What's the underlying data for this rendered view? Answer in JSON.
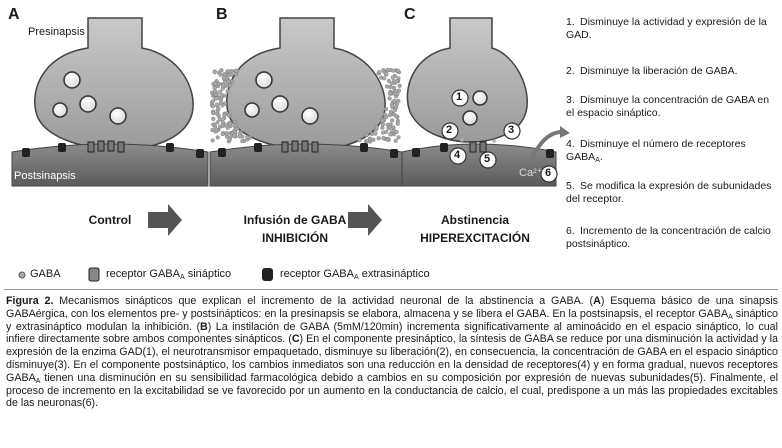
{
  "panels": {
    "a": {
      "letter": "A",
      "presynapse": "Presinapsis",
      "postsynapse": "Postsinapsis",
      "stage": "Control"
    },
    "b": {
      "letter": "B",
      "stage_line1": "Infusión de GABA",
      "stage_line2": "INHIBICIÓN"
    },
    "c": {
      "letter": "C",
      "stage_line1": "Abstinencia",
      "stage_line2": "HIPEREXCITACIÓN",
      "calcium": "Ca²⁺",
      "markers": [
        "1",
        "2",
        "3",
        "4",
        "5",
        "6"
      ]
    }
  },
  "notes": [
    {
      "num": "1.",
      "text": "Disminuye la actividad y expresión de la GAD."
    },
    {
      "num": "2.",
      "text": "Disminuye la liberación de GABA."
    },
    {
      "num": "3.",
      "text": "Disminuye la concentración de GABA en el espacio sináptico."
    },
    {
      "num": "4.",
      "text_a": "Disminuye el número de receptores GABA",
      "sub": "A",
      "text_b": "."
    },
    {
      "num": "5.",
      "text": "Se modifica la expresión de subunidades del receptor."
    },
    {
      "num": "6.",
      "text": "Incremento de la concentración de calcio postsináptico."
    }
  ],
  "legend": {
    "gaba": "GABA",
    "synaptic_a": "receptor GABA",
    "synaptic_sub": "A",
    "synaptic_b": " sináptico",
    "extra_a": "receptor GABA",
    "extra_sub": "A",
    "extra_b": " extrasináptico"
  },
  "caption": {
    "fig_label": "Figura 2.",
    "t1": " Mecanismos sinápticos que explican el incremento de la actividad neuronal de la abstinencia a GABA. (",
    "A": "A",
    "t2": ") Esquema básico de una sinapsis GABAérgica, con los elementos pre- y postsinápticos: en la presinapsis se elabora, almacena y se libera el GABA. En la postsinapsis, el receptor GABA",
    "s1": "A",
    "t3": " sináptico y extrasináptico modulan la inhibición. (",
    "B": "B",
    "t4": ") La instilación de GABA (5mM/120min) incrementa significativamente al aminoácido en el espacio sináptico, lo cual infiere directamente sobre ambos componentes sinápticos. (",
    "C": "C",
    "t5": ") En el componente presináptico, la síntesis de GABA se reduce por una disminución la actividad y la expresión de la enzima GAD(1), el neurotransmisor empaquetado, disminuye su liberación(2), en consecuencia, la concentración de GABA en el espacio sináptico disminuye(3). En el componente postsináptico, los cambios inmediatos son una reducción en la densidad de receptores(4) y en forma gradual, nuevos receptores GABA",
    "s2": "A",
    "t6": " tienen una disminución en su sensibilidad farmacológica debido a cambios en su composición por expresión de nuevas subunidades(5). Finalmente, el proceso de incremento en la excitabilidad se ve favorecido por un aumento en la conductancia de calcio, el cual, predispone a un más las propiedades excitables de las neuronas(6)."
  }
}
